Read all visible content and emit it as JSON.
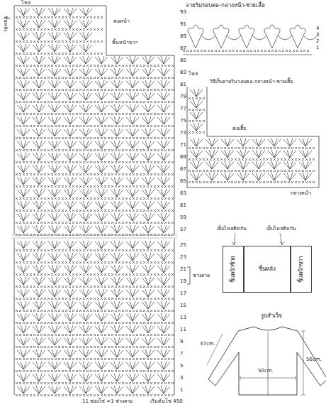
{
  "diagram": {
    "nodes": [
      {
        "text": [
          "ชิ้นหน้าซ้าย"
        ]
      },
      {
        "text": [
          "ชิ้นหลัง"
        ]
      },
      {
        "text": [
          "ชิ้นหน้าขวา"
        ]
      }
    ],
    "labels": [
      "ไหล่",
      "ชิ้นหลัง",
      "คอหน้า",
      "ชิ้นหน้าขวา",
      "93",
      "91",
      "89",
      "87",
      "85",
      "83",
      "81",
      "79",
      "77",
      "75",
      "73",
      "71",
      "69",
      "67",
      "65",
      "63",
      "61",
      "59",
      "57",
      "ลายริมรอบคอ-กลางหน้า-ชายเสื้อ",
      "4",
      "3",
      "2",
      "1",
      "ไหล่",
      "วิธีเก็บลายริมรอบคอ-กลางหน้า-ชายเสื้อ",
      "คอเสื้อ",
      "กลางหน้า",
      "25",
      "23",
      "21",
      "19",
      "17",
      "15",
      "13",
      "11",
      "9",
      "7",
      "5",
      "3",
      "1",
      "ช่วงลาย",
      "เย็บไหล่ติดกัน",
      "เย็บไหล่ติดกัน",
      "รูปสำเร็จ",
      "47cm.",
      "56cm.",
      "50cm.",
      "11 ช่องโซ่ =1 ช่วงลาย",
      "เริ่มต้นโซ่ 450"
    ]
  }
}
